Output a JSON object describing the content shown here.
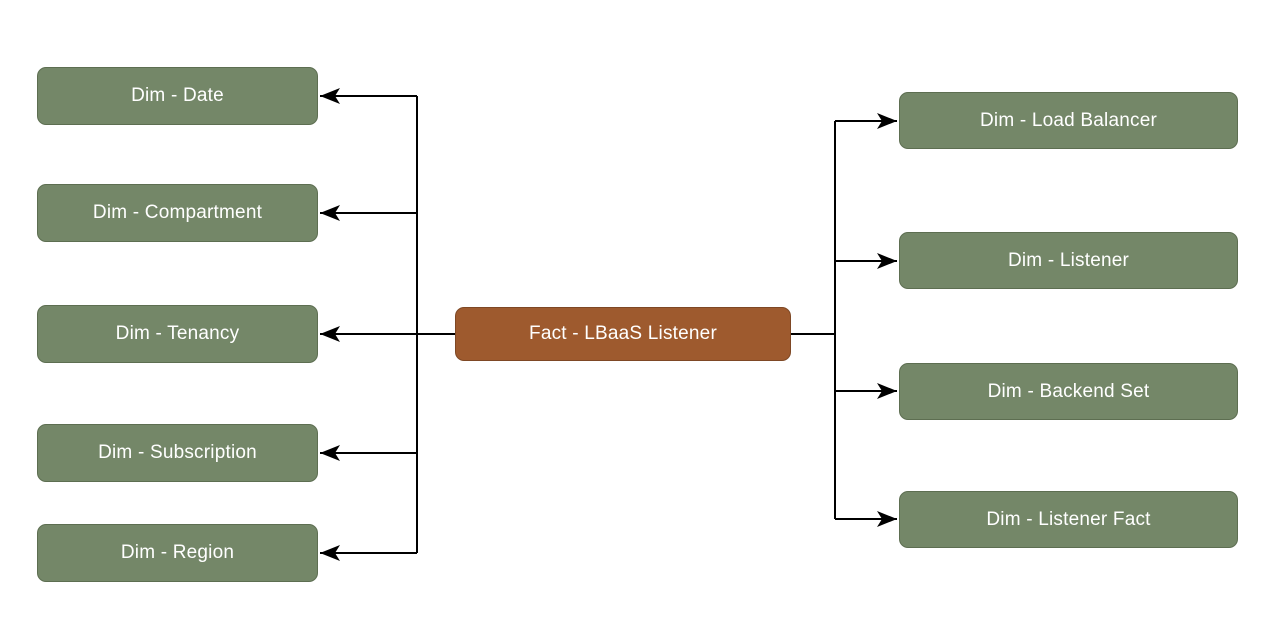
{
  "diagram": {
    "type": "star-schema",
    "fact": {
      "label": "Fact - LBaaS Listener"
    },
    "dimensions_left": [
      {
        "label": "Dim - Date"
      },
      {
        "label": "Dim - Compartment"
      },
      {
        "label": "Dim - Tenancy"
      },
      {
        "label": "Dim - Subscription"
      },
      {
        "label": "Dim - Region"
      }
    ],
    "dimensions_right": [
      {
        "label": "Dim - Load Balancer"
      },
      {
        "label": "Dim - Listener"
      },
      {
        "label": "Dim - Backend Set"
      },
      {
        "label": "Dim - Listener Fact"
      }
    ],
    "colors": {
      "background": "#ffffff",
      "dim_fill": "#748768",
      "dim_border": "#5d6e51",
      "fact_fill": "#9e5a2e",
      "fact_border": "#7e4825",
      "text": "#ffffff",
      "connector": "#000000"
    }
  }
}
